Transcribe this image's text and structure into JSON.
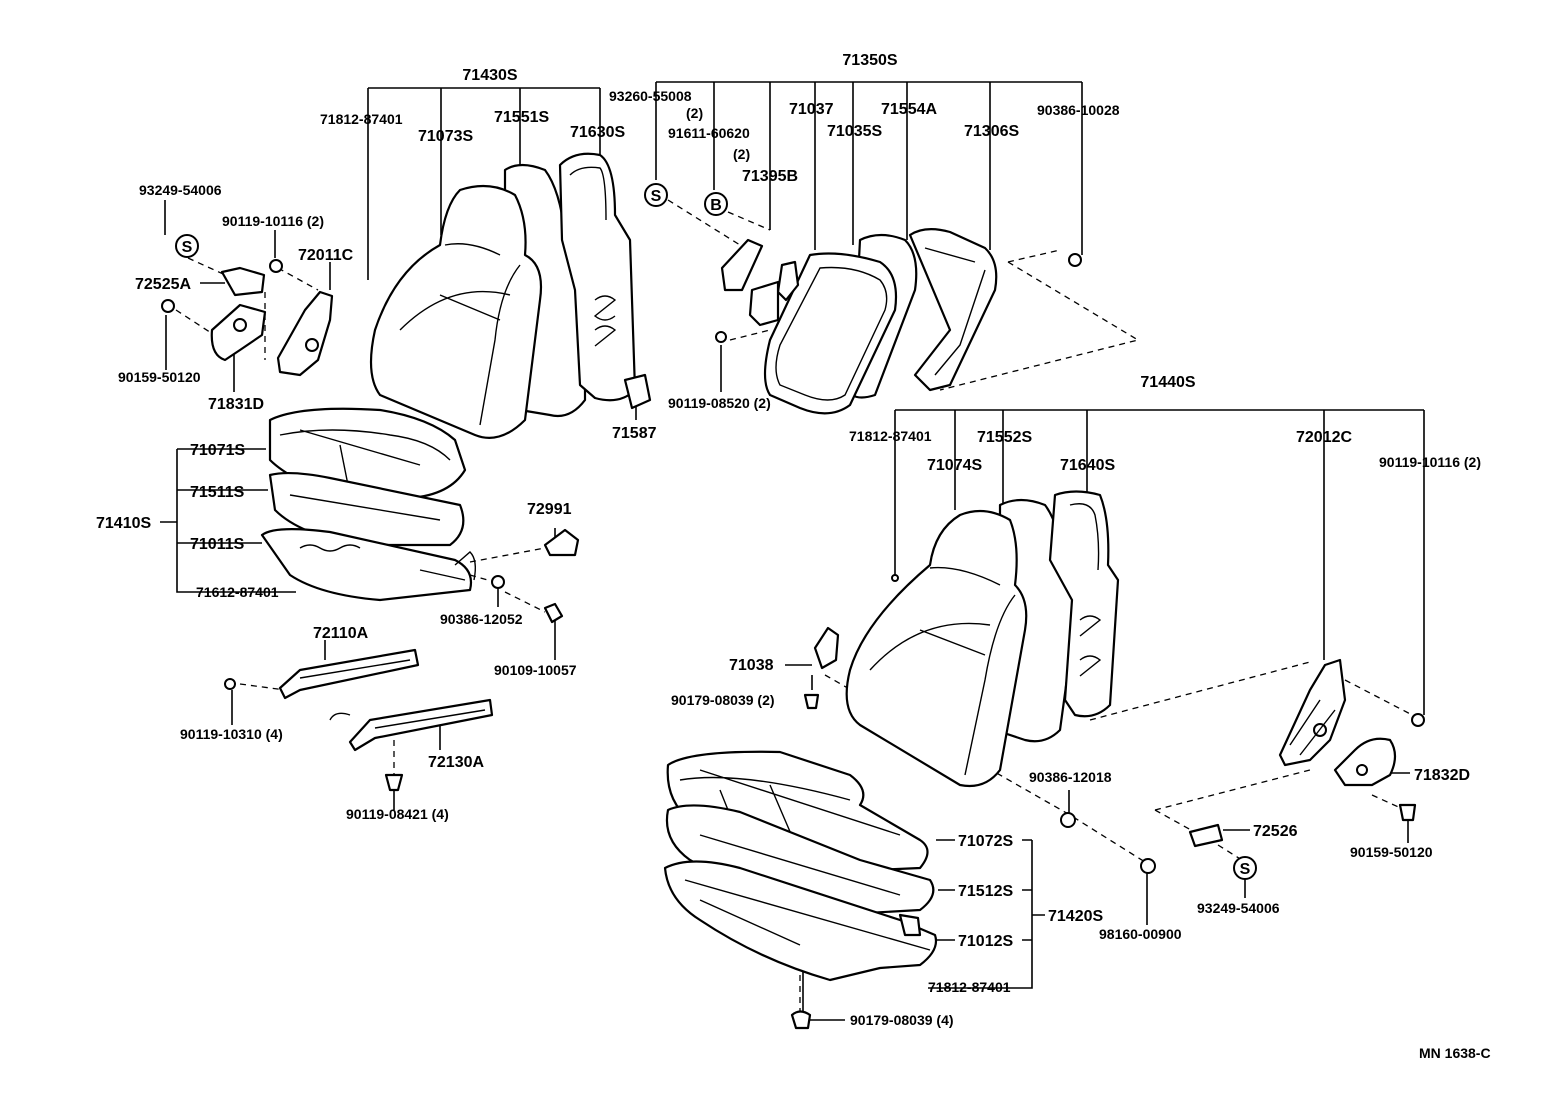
{
  "diagram": {
    "code": "MN  1638-C",
    "symbols": {
      "s": "S",
      "b": "B"
    },
    "labels": {
      "g71430S": "71430S",
      "p71812a": "71812-87401",
      "p71073S": "71073S",
      "p71551S": "71551S",
      "p71630S": "71630S",
      "p93249a": "93249-54006",
      "p90119a": "90119-10116 (2)",
      "p72011C": "72011C",
      "p72525A": "72525A",
      "p90159a": "90159-50120",
      "p71831D": "71831D",
      "p71587": "71587",
      "g71350S": "71350S",
      "p93260": "93260-55008",
      "p93260q": "(2)",
      "p91611": "91611-60620",
      "p91611q": "(2)",
      "p71037": "71037",
      "p71035S": "71035S",
      "p71554A": "71554A",
      "p71306S": "71306S",
      "p90386a": "90386-10028",
      "p71395B": "71395B",
      "p90119b": "90119-08520 (2)",
      "g71440S": "71440S",
      "p71812b": "71812-87401",
      "p71074S": "71074S",
      "p71552S": "71552S",
      "p71640S": "71640S",
      "p72012C": "72012C",
      "p90119c": "90119-10116 (2)",
      "g71410S": "71410S",
      "p71071S": "71071S",
      "p71511S": "71511S",
      "p71011S": "71011S",
      "p71612": "71612-87401",
      "p72991": "72991",
      "p90386b": "90386-12052",
      "p90109": "90109-10057",
      "p72110A": "72110A",
      "p90119d": "90119-10310 (4)",
      "p72130A": "72130A",
      "p90119e": "90119-08421 (4)",
      "p71038": "71038",
      "p90179a": "90179-08039 (2)",
      "p90386c": "90386-12018",
      "p72526": "72526",
      "p93249b": "93249-54006",
      "p98160": "98160-00900",
      "p71832D": "71832D",
      "p90159b": "90159-50120",
      "p71072S": "71072S",
      "p71512S": "71512S",
      "p71012S": "71012S",
      "g71420S": "71420S",
      "p71812c": "71812-87401",
      "p90179b": "90179-08039 (4)"
    }
  }
}
